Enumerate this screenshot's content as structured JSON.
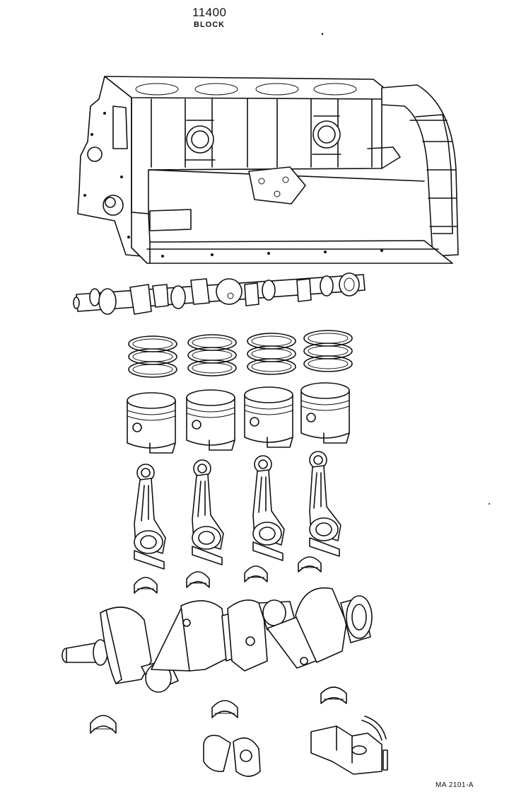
{
  "header": {
    "part_code": "11400",
    "part_name": "BLOCK"
  },
  "footer": {
    "reference": "MA 2101-A"
  },
  "colors": {
    "line": "#111111",
    "background": "#ffffff"
  },
  "parts": {
    "piston_rings_sets": 4,
    "pistons": 4,
    "connecting_rods": 4,
    "rod_bearings_upper": 4
  }
}
